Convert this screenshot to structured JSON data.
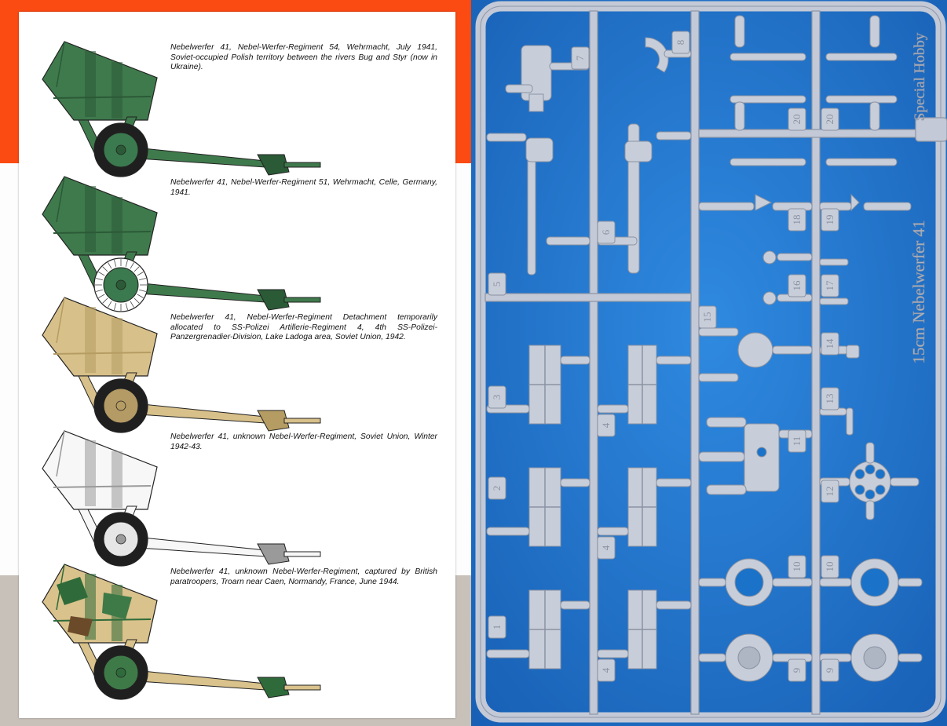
{
  "colors": {
    "band_red": "#fb4a12",
    "band_mid": "#fdfdfd",
    "band_grey": "#c8c1b9",
    "sheet": "#ffffff",
    "sprue_blue": "#1a73c9",
    "sprue_grey": "#c3c9d6",
    "sprue_edge": "#8d95a6"
  },
  "profiles": [
    {
      "scheme": "dark-green",
      "body": "#3f7a4c",
      "body_dark": "#2b5a37",
      "tire": "#1f1f1f",
      "hub": "#3a7a4e",
      "caption": "Nebelwerfer 41, Nebel-Werfer-Regiment 54, Wehrmacht, July 1941, Soviet-occupied Polish territory between the rivers Bug and Styr (now in Ukraine)."
    },
    {
      "scheme": "dark-green-white-tire",
      "body": "#3f7a4c",
      "body_dark": "#2b5a37",
      "tire": "#ffffff",
      "hub": "#3a7a4e",
      "caption": "Nebelwerfer 41, Nebel-Werfer-Regiment 51, Wehrmacht, Celle, Germany, 1941."
    },
    {
      "scheme": "dark-yellow",
      "body": "#d8c08a",
      "body_dark": "#b59c62",
      "tire": "#1f1f1f",
      "hub": "#b49a64",
      "caption": "Nebelwerfer 41, Nebel-Werfer-Regiment Detachment temporarily allocated to SS-Polizei Artillerie-Regiment 4, 4th SS-Polizei-Panzergrenadier-Division, Lake Ladoga area, Soviet Union, 1942."
    },
    {
      "scheme": "winter-white",
      "body": "#f7f7f7",
      "body_dark": "#9a9a9a",
      "tire": "#1f1f1f",
      "hub": "#e6e6e6",
      "caption": "Nebelwerfer 41, unknown Nebel-Werfer-Regiment, Soviet Union, Winter 1942-43."
    },
    {
      "scheme": "camouflage",
      "body": "#d9c28b",
      "body_dark": "#2f6b3a",
      "tire": "#1f1f1f",
      "hub": "#3e7a48",
      "caption": "Nebelwerfer 41, unknown Nebel-Werfer-Regiment, captured by British paratroopers, Troarn near Caen, Normandy, France, June 1944."
    }
  ],
  "sprue": {
    "brand": "Special Hobby",
    "product": "15cm Nebelwerfer 41",
    "part_numbers": [
      "1",
      "2",
      "3",
      "4",
      "4",
      "4",
      "5",
      "6",
      "7",
      "8",
      "9",
      "9",
      "10",
      "10",
      "11",
      "12",
      "13",
      "14",
      "15",
      "16",
      "17",
      "18",
      "19",
      "20",
      "20"
    ]
  }
}
